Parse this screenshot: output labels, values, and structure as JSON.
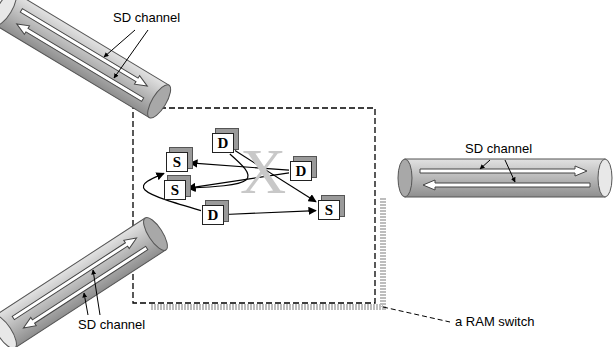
{
  "diagram": {
    "nodes": [
      {
        "text": [
          "D"
        ]
      },
      {
        "text": [
          "S"
        ]
      },
      {
        "text": [
          "D"
        ]
      },
      {
        "text": [
          "S"
        ]
      },
      {
        "text": [
          "S"
        ]
      },
      {
        "text": [
          "D"
        ]
      }
    ],
    "edges": [
      {
        "from": 0,
        "to": 4,
        "arrow": "to"
      },
      {
        "from": 2,
        "to": 1,
        "arrow": "to"
      },
      {
        "from": 2,
        "to": 3,
        "arrow": "to"
      },
      {
        "from": 5,
        "to": 1,
        "arrow": "to"
      },
      {
        "from": 0,
        "to": 3,
        "arrow": "to"
      },
      {
        "from": 5,
        "to": 4,
        "arrow": "to"
      }
    ],
    "labels": [
      "SD channel",
      "SD channel",
      "SD channel",
      "a RAM switch",
      "X"
    ]
  }
}
